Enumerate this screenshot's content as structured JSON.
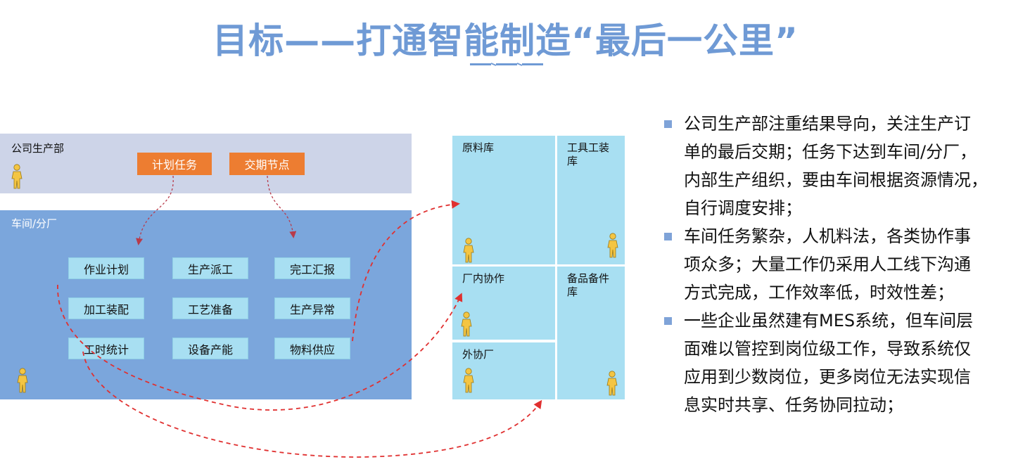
{
  "title": "目标——打通智能制造“最后一公里”",
  "company": {
    "label": "公司生产部",
    "buttons": [
      "计划任务",
      "交期节点"
    ]
  },
  "workshop": {
    "label": "车间/分厂",
    "tasks": [
      [
        "作业计划",
        "生产派工",
        "完工汇报"
      ],
      [
        "加工装配",
        "工艺准备",
        "生产异常"
      ],
      [
        "工时统计",
        "设备产能",
        "物料供应"
      ]
    ]
  },
  "stores": {
    "raw": "原料库",
    "tools": [
      "工具工装",
      "库"
    ],
    "internal": "厂内协作",
    "spares": [
      "备品备件",
      "库"
    ],
    "outsource": "外协厂"
  },
  "bullets": [
    [
      "公司生产部注重结果导向，关注生产订",
      "单的最后交期；任务下达到车间/分厂，",
      "内部生产组织，要由车间根据资源情况，",
      "自行调度安排；"
    ],
    [
      "车间任务繁杂，人机料法，各类协作事",
      "项众多；大量工作仍采用人工线下沟通",
      "方式完成，工作效率低，时效性差；"
    ],
    [
      "一些企业虽然建有MES系统，但车间层",
      "面难以管控到岗位级工作，导致系统仅",
      "应用到少数岗位，更多岗位无法实现信",
      "息实时共享、任务协同拉动；"
    ]
  ],
  "colors": {
    "title": "#6f9ad5",
    "orange": "#ed7d31",
    "task_fill": "#a8dff2",
    "workshop_band": "#7ba6dc",
    "company_band": "#cdd4e8",
    "arrow": "#e03030",
    "bullet_marker": "#7fa3d8"
  },
  "icons": {
    "person": "person-icon"
  }
}
